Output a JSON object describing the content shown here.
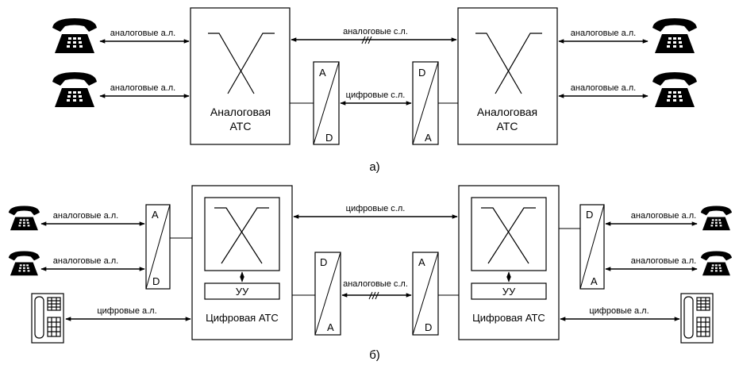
{
  "diagram_a": {
    "caption": "а)",
    "left_exchange": {
      "line1": "Аналоговая",
      "line2": "АТС"
    },
    "right_exchange": {
      "line1": "Аналоговая",
      "line2": "АТС"
    },
    "trunk_analog_label": "аналоговые с.л.",
    "trunk_digital_label": "цифровые с.л.",
    "subscriber_line_label": "аналоговые а.л.",
    "conv_left": {
      "top": "A",
      "bottom": "D"
    },
    "conv_right": {
      "top": "D",
      "bottom": "A"
    }
  },
  "diagram_b": {
    "caption": "б)",
    "left_exchange": {
      "title": "Цифровая АТС",
      "control": "УУ"
    },
    "right_exchange": {
      "title": "Цифровая АТС",
      "control": "УУ"
    },
    "trunk_digital_label": "цифровые с.л.",
    "trunk_analog_label": "аналоговые с.л.",
    "analog_line_label": "аналоговые а.л.",
    "digital_line_label": "цифровые а.л.",
    "subs_conv_left": {
      "top": "A",
      "bottom": "D"
    },
    "subs_conv_right": {
      "top": "D",
      "bottom": "A"
    },
    "trunk_conv_left": {
      "top": "D",
      "bottom": "A"
    },
    "trunk_conv_right": {
      "top": "A",
      "bottom": "D"
    }
  },
  "icons": [
    "telephone-icon",
    "digital-telephone-icon",
    "switching-matrix-icon"
  ]
}
